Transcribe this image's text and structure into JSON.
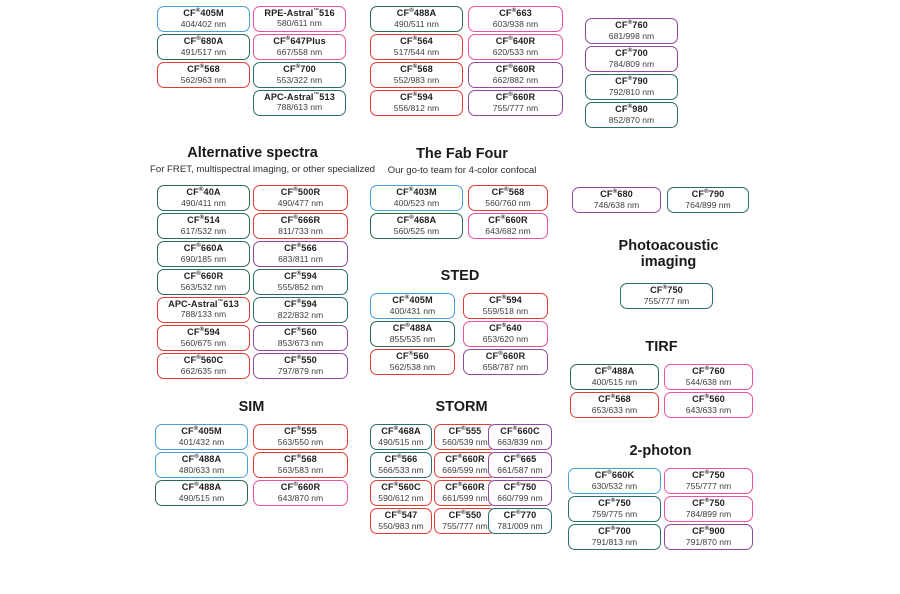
{
  "page": {
    "title": "CF Dye fluorophore selection chart",
    "background": "#ffffff"
  },
  "palette": {
    "blue": "#4a9fd8",
    "green": "#2e6b4f",
    "red": "#e23b36",
    "pink": "#e8529e",
    "magenta": "#d6277f",
    "purple": "#8e4a9e",
    "teal": "#2b6e6a",
    "darkred": "#c62127",
    "text": "#231f20"
  },
  "sections": [
    {
      "id": "top-group-1",
      "title": "",
      "subtitle": "",
      "columns": [
        {
          "chips": [
            {
              "name": "CF",
              "reg": "®",
              "suffix": "405M",
              "tm": "",
              "value": "404/402 nm",
              "color": "blue"
            },
            {
              "name": "CF",
              "reg": "®",
              "suffix": "680A",
              "tm": "",
              "value": "491/517 nm",
              "color": "green"
            },
            {
              "name": "CF",
              "reg": "®",
              "suffix": "568",
              "tm": "",
              "value": "562/963 nm",
              "color": "red"
            }
          ]
        },
        {
          "chips": [
            {
              "name": "RPE-Astral",
              "reg": "",
              "suffix": "516",
              "tm": "™",
              "value": "580/611 nm",
              "color": "pink"
            },
            {
              "name": "CF",
              "reg": "®",
              "suffix": "647Plus",
              "tm": "",
              "value": "667/558 nm",
              "color": "pink"
            },
            {
              "name": "CF",
              "reg": "®",
              "suffix": "700",
              "tm": "",
              "value": "553/322 nm",
              "color": "teal"
            },
            {
              "name": "APC-Astral",
              "reg": "",
              "suffix": "513",
              "tm": "™",
              "value": "788/613 nm",
              "color": "teal"
            }
          ]
        }
      ]
    },
    {
      "id": "top-group-2",
      "title": "",
      "subtitle": "",
      "columns": [
        {
          "chips": [
            {
              "name": "CF",
              "reg": "®",
              "suffix": "488A",
              "tm": "",
              "value": "490/511 nm",
              "color": "green"
            },
            {
              "name": "CF",
              "reg": "®",
              "suffix": "564",
              "tm": "",
              "value": "517/544 nm",
              "color": "red"
            },
            {
              "name": "CF",
              "reg": "®",
              "suffix": "568",
              "tm": "",
              "value": "552/983 nm",
              "color": "red"
            },
            {
              "name": "CF",
              "reg": "®",
              "suffix": "594",
              "tm": "",
              "value": "556/812 nm",
              "color": "red"
            }
          ]
        },
        {
          "chips": [
            {
              "name": "CF",
              "reg": "®",
              "suffix": "663",
              "tm": "",
              "value": "603/938 nm",
              "color": "pink"
            },
            {
              "name": "CF",
              "reg": "®",
              "suffix": "640R",
              "tm": "",
              "value": "620/533 nm",
              "color": "pink"
            },
            {
              "name": "CF",
              "reg": "®",
              "suffix": "660R",
              "tm": "",
              "value": "662/882 nm",
              "color": "purple"
            },
            {
              "name": "CF",
              "reg": "®",
              "suffix": "660R",
              "tm": "",
              "value": "755/777 nm",
              "color": "purple"
            }
          ]
        }
      ]
    },
    {
      "id": "top-group-3",
      "title": "",
      "subtitle": "",
      "columns": [
        {
          "chips": [
            {
              "name": "CF",
              "reg": "®",
              "suffix": "760",
              "tm": "",
              "value": "681/998 nm",
              "color": "purple"
            },
            {
              "name": "CF",
              "reg": "®",
              "suffix": "700",
              "tm": "",
              "value": "784/809 nm",
              "color": "purple"
            },
            {
              "name": "CF",
              "reg": "®",
              "suffix": "790",
              "tm": "",
              "value": "792/810 nm",
              "color": "teal"
            },
            {
              "name": "CF",
              "reg": "®",
              "suffix": "980",
              "tm": "",
              "value": "852/870 nm",
              "color": "teal"
            }
          ]
        }
      ]
    },
    {
      "id": "alternative-spectra",
      "title": "Alternative spectra",
      "subtitle": "For FRET, multispectral imaging, or other specialized",
      "columns": [
        {
          "chips": [
            {
              "name": "CF",
              "reg": "®",
              "suffix": "40A",
              "tm": "",
              "value": "490/411 nm",
              "color": "green"
            },
            {
              "name": "CF",
              "reg": "®",
              "suffix": "514",
              "tm": "",
              "value": "617/532 nm",
              "color": "green"
            },
            {
              "name": "CF",
              "reg": "®",
              "suffix": "660A",
              "tm": "",
              "value": "690/185 nm",
              "color": "green"
            },
            {
              "name": "CF",
              "reg": "®",
              "suffix": "660R",
              "tm": "",
              "value": "563/532 nm",
              "color": "green"
            },
            {
              "name": "APC-Astral",
              "reg": "",
              "suffix": "613",
              "tm": "™",
              "value": "788/133 nm",
              "color": "red"
            },
            {
              "name": "CF",
              "reg": "®",
              "suffix": "594",
              "tm": "",
              "value": "560/675 nm",
              "color": "red"
            },
            {
              "name": "CF",
              "reg": "®",
              "suffix": "560C",
              "tm": "",
              "value": "662/635 nm",
              "color": "red"
            }
          ]
        },
        {
          "chips": [
            {
              "name": "CF",
              "reg": "®",
              "suffix": "500R",
              "tm": "",
              "value": "490/477 nm",
              "color": "red"
            },
            {
              "name": "CF",
              "reg": "®",
              "suffix": "666R",
              "tm": "",
              "value": "811/733 nm",
              "color": "red"
            },
            {
              "name": "CF",
              "reg": "®",
              "suffix": "566",
              "tm": "",
              "value": "683/811 nm",
              "color": "purple"
            },
            {
              "name": "CF",
              "reg": "®",
              "suffix": "594",
              "tm": "",
              "value": "555/852 nm",
              "color": "teal"
            },
            {
              "name": "CF",
              "reg": "®",
              "suffix": "594",
              "tm": "",
              "value": "822/832 nm",
              "color": "teal"
            },
            {
              "name": "CF",
              "reg": "®",
              "suffix": "560",
              "tm": "",
              "value": "853/673 nm",
              "color": "purple"
            },
            {
              "name": "CF",
              "reg": "®",
              "suffix": "550",
              "tm": "",
              "value": "797/879 nm",
              "color": "purple"
            }
          ]
        }
      ]
    },
    {
      "id": "fab-four",
      "title": "The Fab Four",
      "subtitle": "Our go-to team for 4-color confocal",
      "columns": [
        {
          "chips": [
            {
              "name": "CF",
              "reg": "®",
              "suffix": "403M",
              "tm": "",
              "value": "400/523 nm",
              "color": "blue"
            },
            {
              "name": "CF",
              "reg": "®",
              "suffix": "468A",
              "tm": "",
              "value": "560/525 nm",
              "color": "green"
            }
          ]
        },
        {
          "chips": [
            {
              "name": "CF",
              "reg": "®",
              "suffix": "568",
              "tm": "",
              "value": "560/760 nm",
              "color": "red"
            },
            {
              "name": "CF",
              "reg": "®",
              "suffix": "660R",
              "tm": "",
              "value": "643/682 nm",
              "color": "pink"
            }
          ]
        }
      ]
    },
    {
      "id": "sted",
      "title": "STED",
      "subtitle": "",
      "columns": [
        {
          "chips": [
            {
              "name": "CF",
              "reg": "®",
              "suffix": "405M",
              "tm": "",
              "value": "400/431 nm",
              "color": "blue"
            },
            {
              "name": "CF",
              "reg": "®",
              "suffix": "488A",
              "tm": "",
              "value": "855/535 nm",
              "color": "green"
            },
            {
              "name": "CF",
              "reg": "®",
              "suffix": "560",
              "tm": "",
              "value": "562/538 nm",
              "color": "red"
            }
          ]
        },
        {
          "chips": [
            {
              "name": "CF",
              "reg": "®",
              "suffix": "594",
              "tm": "",
              "value": "559/518 nm",
              "color": "red"
            },
            {
              "name": "CF",
              "reg": "®",
              "suffix": "640",
              "tm": "",
              "value": "653/620 nm",
              "color": "pink"
            },
            {
              "name": "CF",
              "reg": "®",
              "suffix": "660R",
              "tm": "",
              "value": "658/787 nm",
              "color": "purple"
            }
          ]
        }
      ]
    },
    {
      "id": "sim",
      "title": "SIM",
      "subtitle": "",
      "columns": [
        {
          "chips": [
            {
              "name": "CF",
              "reg": "®",
              "suffix": "405M",
              "tm": "",
              "value": "401/432 nm",
              "color": "blue"
            },
            {
              "name": "CF",
              "reg": "®",
              "suffix": "488A",
              "tm": "",
              "value": "480/633 nm",
              "color": "blue"
            },
            {
              "name": "CF",
              "reg": "®",
              "suffix": "488A",
              "tm": "",
              "value": "490/515 nm",
              "color": "green"
            }
          ]
        },
        {
          "chips": [
            {
              "name": "CF",
              "reg": "®",
              "suffix": "555",
              "tm": "",
              "value": "563/550 nm",
              "color": "red"
            },
            {
              "name": "CF",
              "reg": "®",
              "suffix": "568",
              "tm": "",
              "value": "563/583 nm",
              "color": "red"
            },
            {
              "name": "CF",
              "reg": "®",
              "suffix": "660R",
              "tm": "",
              "value": "643/870 nm",
              "color": "pink"
            }
          ]
        }
      ]
    },
    {
      "id": "storm",
      "title": "STORM",
      "subtitle": "",
      "columns": [
        {
          "chips": [
            {
              "name": "CF",
              "reg": "®",
              "suffix": "468A",
              "tm": "",
              "value": "490/515 nm",
              "color": "teal"
            },
            {
              "name": "CF",
              "reg": "®",
              "suffix": "566",
              "tm": "",
              "value": "566/533 nm",
              "color": "teal"
            },
            {
              "name": "CF",
              "reg": "®",
              "suffix": "560C",
              "tm": "",
              "value": "590/612 nm",
              "color": "red"
            },
            {
              "name": "CF",
              "reg": "®",
              "suffix": "547",
              "tm": "",
              "value": "550/983 nm",
              "color": "red"
            }
          ]
        },
        {
          "chips": [
            {
              "name": "CF",
              "reg": "®",
              "suffix": "555",
              "tm": "",
              "value": "560/539 nm",
              "color": "red"
            },
            {
              "name": "CF",
              "reg": "®",
              "suffix": "660R",
              "tm": "",
              "value": "669/599 nm",
              "color": "red"
            },
            {
              "name": "CF",
              "reg": "®",
              "suffix": "660R",
              "tm": "",
              "value": "661/599 nm",
              "color": "red"
            },
            {
              "name": "CF",
              "reg": "®",
              "suffix": "550",
              "tm": "",
              "value": "755/777 nm",
              "color": "red"
            }
          ]
        },
        {
          "chips": [
            {
              "name": "CF",
              "reg": "®",
              "suffix": "660C",
              "tm": "",
              "value": "663/839 nm",
              "color": "purple"
            },
            {
              "name": "CF",
              "reg": "®",
              "suffix": "665",
              "tm": "",
              "value": "661/587 nm",
              "color": "purple"
            },
            {
              "name": "CF",
              "reg": "®",
              "suffix": "750",
              "tm": "",
              "value": "660/799 nm",
              "color": "purple"
            },
            {
              "name": "CF",
              "reg": "®",
              "suffix": "770",
              "tm": "",
              "value": "781/009 nm",
              "color": "teal"
            }
          ]
        }
      ]
    },
    {
      "id": "right-pair",
      "title": "",
      "subtitle": "",
      "columns": [
        {
          "chips": [
            {
              "name": "CF",
              "reg": "®",
              "suffix": "680",
              "tm": "",
              "value": "746/638 nm",
              "color": "purple"
            }
          ]
        },
        {
          "chips": [
            {
              "name": "CF",
              "reg": "®",
              "suffix": "790",
              "tm": "",
              "value": "764/899 nm",
              "color": "teal"
            }
          ]
        }
      ]
    },
    {
      "id": "photoacoustic",
      "title": "Photoacoustic imaging",
      "subtitle": "",
      "columns": [
        {
          "chips": [
            {
              "name": "CF",
              "reg": "®",
              "suffix": "750",
              "tm": "",
              "value": "755/777 nm",
              "color": "teal"
            }
          ]
        }
      ]
    },
    {
      "id": "tirf",
      "title": "TIRF",
      "subtitle": "",
      "columns": [
        {
          "chips": [
            {
              "name": "CF",
              "reg": "®",
              "suffix": "488A",
              "tm": "",
              "value": "400/515 nm",
              "color": "green"
            },
            {
              "name": "CF",
              "reg": "®",
              "suffix": "568",
              "tm": "",
              "value": "653/633 nm",
              "color": "red"
            }
          ]
        },
        {
          "chips": [
            {
              "name": "CF",
              "reg": "®",
              "suffix": "760",
              "tm": "",
              "value": "544/638 nm",
              "color": "pink"
            },
            {
              "name": "CF",
              "reg": "®",
              "suffix": "560",
              "tm": "",
              "value": "643/633 nm",
              "color": "pink"
            }
          ]
        }
      ]
    },
    {
      "id": "two-photon",
      "title": "2-photon",
      "subtitle": "",
      "columns": [
        {
          "chips": [
            {
              "name": "CF",
              "reg": "®",
              "suffix": "660K",
              "tm": "",
              "value": "630/532 nm",
              "color": "blue"
            },
            {
              "name": "CF",
              "reg": "®",
              "suffix": "750",
              "tm": "",
              "value": "759/775 nm",
              "color": "teal"
            },
            {
              "name": "CF",
              "reg": "®",
              "suffix": "700",
              "tm": "",
              "value": "791/813 nm",
              "color": "teal"
            }
          ]
        },
        {
          "chips": [
            {
              "name": "CF",
              "reg": "®",
              "suffix": "750",
              "tm": "",
              "value": "755/777 nm",
              "color": "pink"
            },
            {
              "name": "CF",
              "reg": "®",
              "suffix": "750",
              "tm": "",
              "value": "784/899 nm",
              "color": "pink"
            },
            {
              "name": "CF",
              "reg": "®",
              "suffix": "900",
              "tm": "",
              "value": "791/870 nm",
              "color": "purple"
            }
          ]
        }
      ]
    }
  ],
  "layout": {
    "chip_w_narrow": 95,
    "chip_w_wide": 103,
    "chip_h": 26,
    "row_gap": 28
  }
}
